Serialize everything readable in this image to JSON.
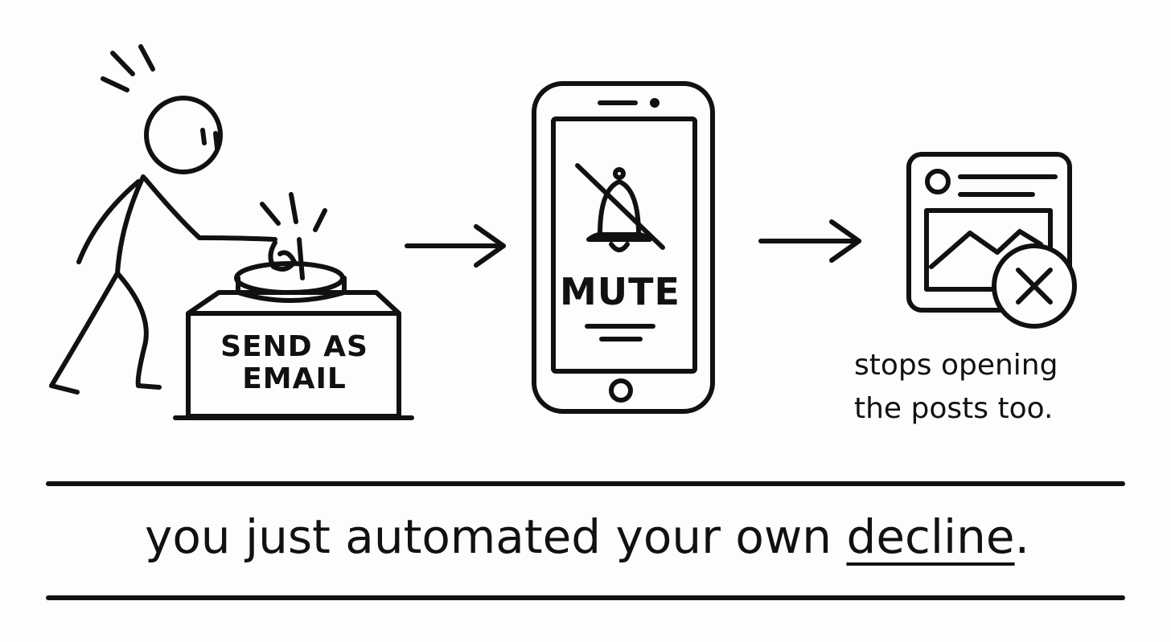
{
  "panels": {
    "button": {
      "label_line1": "SEND AS",
      "label_line2": "EMAIL"
    },
    "phone": {
      "label": "MUTE"
    },
    "post": {
      "note_line1": "stops opening",
      "note_line2": "the posts too."
    }
  },
  "caption": {
    "before": "you just automated your own ",
    "emphasis": "decline",
    "after": "."
  },
  "icons": [
    "stick-figure",
    "big-button",
    "phone",
    "bell-off-icon",
    "post-card",
    "close-icon",
    "arrow-right-icon"
  ],
  "colors": {
    "ink": "#111111",
    "paper": "#fdfdfd"
  }
}
